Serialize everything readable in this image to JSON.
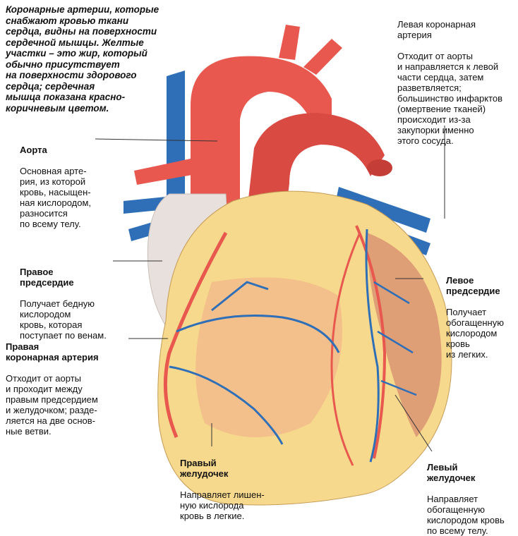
{
  "intro": "Коронарные артерии, которые\nснабжают кровью ткани\nсердца, видны на поверхности\nсердечной мышцы. Желтые\nучастки – это жир, который\nобычно присутствует\nна поверхности здорового\nсердца; сердечная\nмышца показана красно-\nкоричневым цветом.",
  "labels": {
    "aorta": {
      "title": "Аорта",
      "text": "Основная арте-\nрия, из которой\nкровь, насыщен-\nная кислородом,\nразносится\nпо всему телу."
    },
    "right_atrium": {
      "title": "Правое\nпредсердие",
      "text": "Получает бедную\nкислородом\nкровь, которая\nпоступает по венам."
    },
    "right_coronary": {
      "title": "Правая\nкоронарная артерия",
      "text": "Отходит от аорты\nи проходит между\nправым предсердием\nи желудочком; разде-\nляется на две основ-\nные ветви."
    },
    "right_ventricle": {
      "title": "Правый\nжелудочек",
      "text": "Направляет лишен-\nную кислорода\nкровь в легкие."
    },
    "left_coronary": {
      "title": "Левая коронарная\nартерия",
      "text": "Отходит от аорты\nи направляется к левой\nчасти сердца, затем\nразветвляется;\nбольшинство инфарктов\n(омертвение тканей)\nпроисходит из-за\nзакупорки именно\nэтого сосуда."
    },
    "left_atrium": {
      "title": "Левое\nпредсердие",
      "text": "Получает\nобогащенную\nкислородом\nкровь\nиз легких."
    },
    "left_ventricle": {
      "title": "Левый\nжелудочек",
      "text": "Направляет\nобогащенную\nкислородом кровь\nпо всему телу."
    }
  },
  "colors": {
    "artery": "#e8584e",
    "vein": "#2e6fb8",
    "fat": "#f6d98c",
    "muscle": "#f2b48a",
    "atrium": "#e8e0dc"
  }
}
